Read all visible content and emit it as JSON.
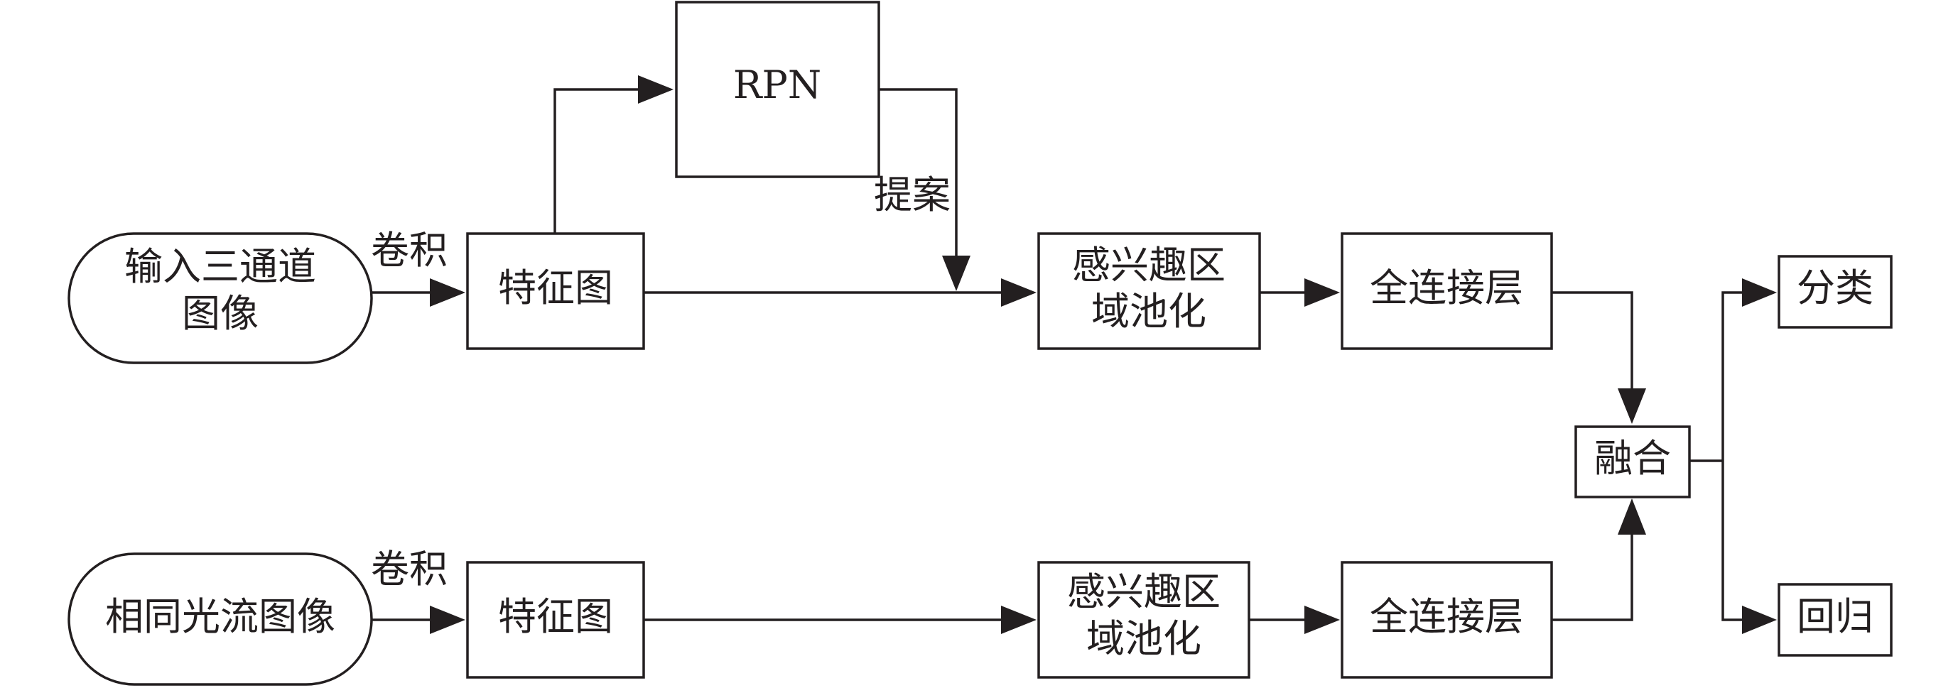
{
  "nodes": {
    "input_rgb": {
      "lines": [
        "输入三通道",
        "图像"
      ]
    },
    "input_flow": {
      "lines": [
        "相同光流图像"
      ]
    },
    "feature_map_top": {
      "lines": [
        "特征图"
      ]
    },
    "feature_map_bottom": {
      "lines": [
        "特征图"
      ]
    },
    "rpn": {
      "lines": [
        "RPN"
      ]
    },
    "roi_pool_top": {
      "lines": [
        "感兴趣区",
        "域池化"
      ]
    },
    "roi_pool_bottom": {
      "lines": [
        "感兴趣区",
        "域池化"
      ]
    },
    "fc_top": {
      "lines": [
        "全连接层"
      ]
    },
    "fc_bottom": {
      "lines": [
        "全连接层"
      ]
    },
    "fusion": {
      "lines": [
        "融合"
      ]
    },
    "classification": {
      "lines": [
        "分类"
      ]
    },
    "regression": {
      "lines": [
        "回归"
      ]
    }
  },
  "edge_labels": {
    "conv_top": "卷积",
    "conv_bottom": "卷积",
    "proposals": "提案"
  },
  "edges": [
    [
      "input_rgb",
      "feature_map_top"
    ],
    [
      "feature_map_top",
      "rpn"
    ],
    [
      "rpn",
      "roi_pool_top"
    ],
    [
      "feature_map_top",
      "roi_pool_top"
    ],
    [
      "roi_pool_top",
      "fc_top"
    ],
    [
      "fc_top",
      "fusion"
    ],
    [
      "input_flow",
      "feature_map_bottom"
    ],
    [
      "feature_map_bottom",
      "roi_pool_bottom"
    ],
    [
      "roi_pool_bottom",
      "fc_bottom"
    ],
    [
      "fc_bottom",
      "fusion"
    ],
    [
      "fusion",
      "classification"
    ],
    [
      "fusion",
      "regression"
    ]
  ]
}
